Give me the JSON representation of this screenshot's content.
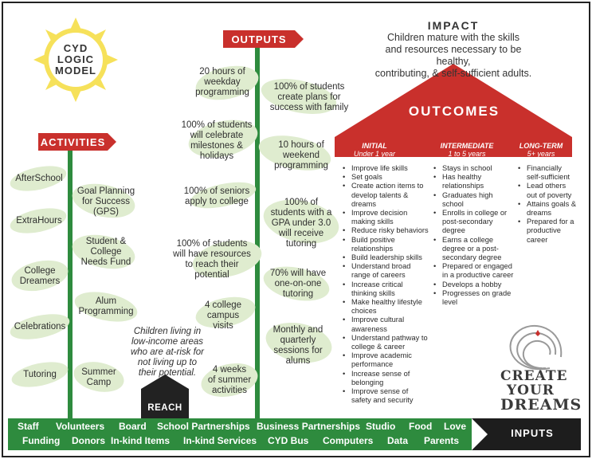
{
  "sun": {
    "title_lines": [
      "CYD",
      "LOGIC",
      "MODEL"
    ]
  },
  "activities": {
    "banner": "ACTIVITIES",
    "left_items": [
      "AfterSchool",
      "ExtraHours",
      "College\nDreamers",
      "Celebrations",
      "Tutoring"
    ],
    "right_items": [
      "Goal Planning\nfor Success\n(GPS)",
      "Student &\nCollege\nNeeds Fund",
      "Alum\nProgramming",
      "Summer\nCamp"
    ]
  },
  "reach": {
    "label": "REACH",
    "text": "Children living in\nlow-income areas\nwho are at-risk for\nnot living up to\ntheir potential."
  },
  "outputs": {
    "banner": "OUTPUTS",
    "left_items": [
      "20 hours of\nweekday\nprogramming",
      "100% of students\nwill celebrate\nmilestones &\nholidays",
      "100% of seniors\napply to college",
      "100% of students\nwill have resources\nto reach their\npotential",
      "4 college\ncampus\nvisits",
      "4 weeks\nof summer\nactivities"
    ],
    "right_items": [
      "100% of students\ncreate plans for\nsuccess with family",
      "10 hours of\nweekend\nprogramming",
      "100% of\nstudents with a\nGPA under 3.0\nwill receive\ntutoring",
      "70% will have\none-on-one\ntutoring",
      "Monthly and\nquarterly\nsessions for\nalums"
    ]
  },
  "impact": {
    "title": "IMPACT",
    "text": "Children mature with the skills\nand resources necessary to be healthy,\ncontributing, & self-sufficient adults."
  },
  "outcomes": {
    "title": "OUTCOMES",
    "columns": [
      {
        "heading": "INITIAL",
        "sub": "Under 1 year",
        "items": [
          "Improve life skills",
          "Set goals",
          "Create action items to develop talents & dreams",
          "Improve decision making skills",
          "Reduce risky behaviors",
          "Build positive relationships",
          "Build leadership skills",
          "Understand broad range of careers",
          "Increase critical thinking skills",
          "Make healthy lifestyle choices",
          "Improve cultural awareness",
          "Understand pathway to college & career",
          "Improve academic performance",
          "Increase sense of belonging",
          "Improve sense of safety and security"
        ]
      },
      {
        "heading": "INTERMEDIATE",
        "sub": "1 to 5 years",
        "items": [
          "Stays in school",
          "Has healthy relationships",
          "Graduates high school",
          "Enrolls in college or post-secondary degree",
          "Earns a college degree or a post-secondary degree",
          "Prepared or engaged in a productive career",
          "Develops a hobby",
          "Progresses on grade level"
        ]
      },
      {
        "heading": "LONG-TERM",
        "sub": "5+ years",
        "items": [
          "Financially self-sufficient",
          "Lead others out of poverty",
          "Attains goals & dreams",
          "Prepared for a productive career"
        ]
      }
    ]
  },
  "logo": {
    "lines": [
      "CREATE",
      "YOUR",
      "DREAMS"
    ]
  },
  "inputs": {
    "label": "INPUTS",
    "row1": [
      "Staff",
      "Volunteers",
      "Board",
      "School Partnerships",
      "Business Partnerships",
      "Studio",
      "Food",
      "Love"
    ],
    "row2": [
      "Funding",
      "Donors",
      "In-kind Items",
      "In-kind Services",
      "CYD Bus",
      "Computers",
      "Data",
      "Parents"
    ]
  },
  "colors": {
    "red": "#c9302c",
    "green": "#2e8b3e",
    "leaf": "#dfeccf",
    "sun": "#f6e15a",
    "dark": "#222222"
  }
}
